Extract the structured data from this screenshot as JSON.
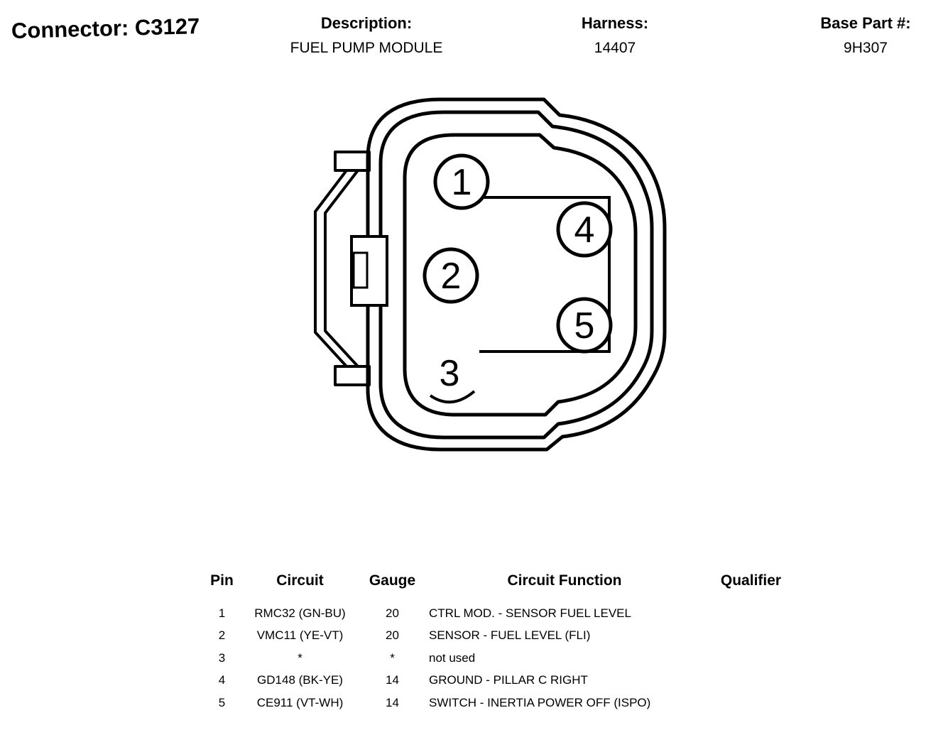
{
  "header": {
    "connector": "Connector: C3127",
    "description_label": "Description:",
    "description": "FUEL PUMP MODULE",
    "harness_label": "Harness:",
    "harness": "14407",
    "base_part_label": "Base Part #:",
    "base_part": "9H307"
  },
  "diagram": {
    "kind": "connector-face-front-view",
    "pins": {
      "p1": "1",
      "p2": "2",
      "p3": "3",
      "p4": "4",
      "p5": "5"
    }
  },
  "table": {
    "headers": {
      "pin": "Pin",
      "circuit": "Circuit",
      "gauge": "Gauge",
      "function": "Circuit Function",
      "qualifier": "Qualifier"
    },
    "rows": [
      {
        "pin": "1",
        "circuit": "RMC32 (GN-BU)",
        "gauge": "20",
        "function": "CTRL MOD. - SENSOR FUEL LEVEL",
        "qualifier": ""
      },
      {
        "pin": "2",
        "circuit": "VMC11 (YE-VT)",
        "gauge": "20",
        "function": "SENSOR - FUEL LEVEL (FLI)",
        "qualifier": ""
      },
      {
        "pin": "3",
        "circuit": "*",
        "gauge": "*",
        "function": "not used",
        "qualifier": ""
      },
      {
        "pin": "4",
        "circuit": "GD148 (BK-YE)",
        "gauge": "14",
        "function": "GROUND - PILLAR C RIGHT",
        "qualifier": ""
      },
      {
        "pin": "5",
        "circuit": "CE911 (VT-WH)",
        "gauge": "14",
        "function": "SWITCH - INERTIA POWER OFF (ISPO)",
        "qualifier": ""
      }
    ]
  },
  "colors": {
    "line": "#000000",
    "background": "#ffffff",
    "text": "#000000"
  }
}
